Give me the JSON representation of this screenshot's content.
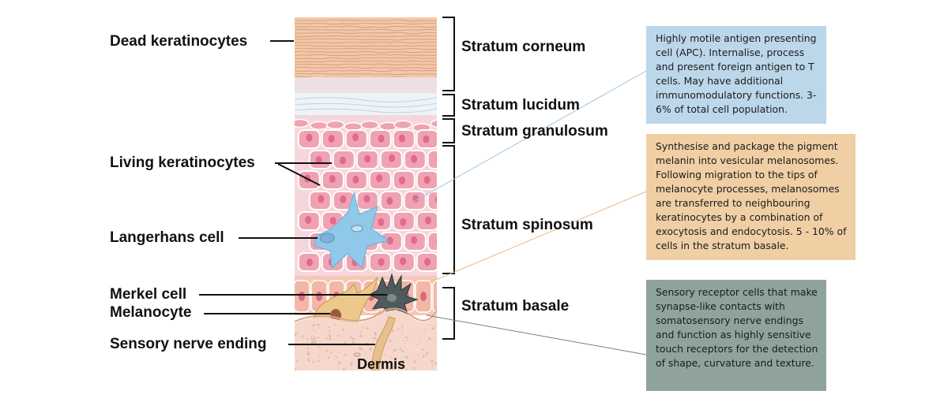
{
  "left_labels": {
    "dead_keratinocytes": "Dead keratinocytes",
    "living_keratinocytes": "Living keratinocytes",
    "langerhans_cell": "Langerhans cell",
    "merkel_cell": "Merkel cell",
    "melanocyte": "Melanocyte",
    "sensory_nerve_ending": "Sensory nerve ending"
  },
  "layer_labels": {
    "corneum": "Stratum corneum",
    "lucidum": "Stratum lucidum",
    "granulosum": "Stratum granulosum",
    "spinosum": "Stratum spinosum",
    "basale": "Stratum basale",
    "dermis": "Dermis"
  },
  "descriptions": {
    "langerhans": "Highly motile antigen presenting cell (APC). Internalise, process and present foreign antigen to T cells. May have additional immunomodulatory functions. 3-6% of total cell population.",
    "melanocyte": "Synthesise and package the pigment melanin into vesicular melanosomes. Following migration to the tips of melanocyte processes, melanosomes are transferred to neighbouring keratinocytes by a combination of exocytosis and endocytosis. 5 - 10% of cells in the stratum basale.",
    "merkel": "Sensory receptor cells that make synapse-like contacts with somatosensory nerve endings and function as highly sensitive touch receptors for the detection of shape, curvature and texture."
  },
  "colors": {
    "langerhans_box": "#bcd7ea",
    "melanocyte_box": "#f0cfa5",
    "merkel_box": "#8fa39c",
    "corneum": "#f2c9a8",
    "spinosum_cell": "#efa3b2",
    "langerhans_cell": "#8fc8e8",
    "melanocyte_cell": "#ecc98a",
    "merkel_cell": "#4f5a5c",
    "dermis": "#f5d7cb"
  }
}
